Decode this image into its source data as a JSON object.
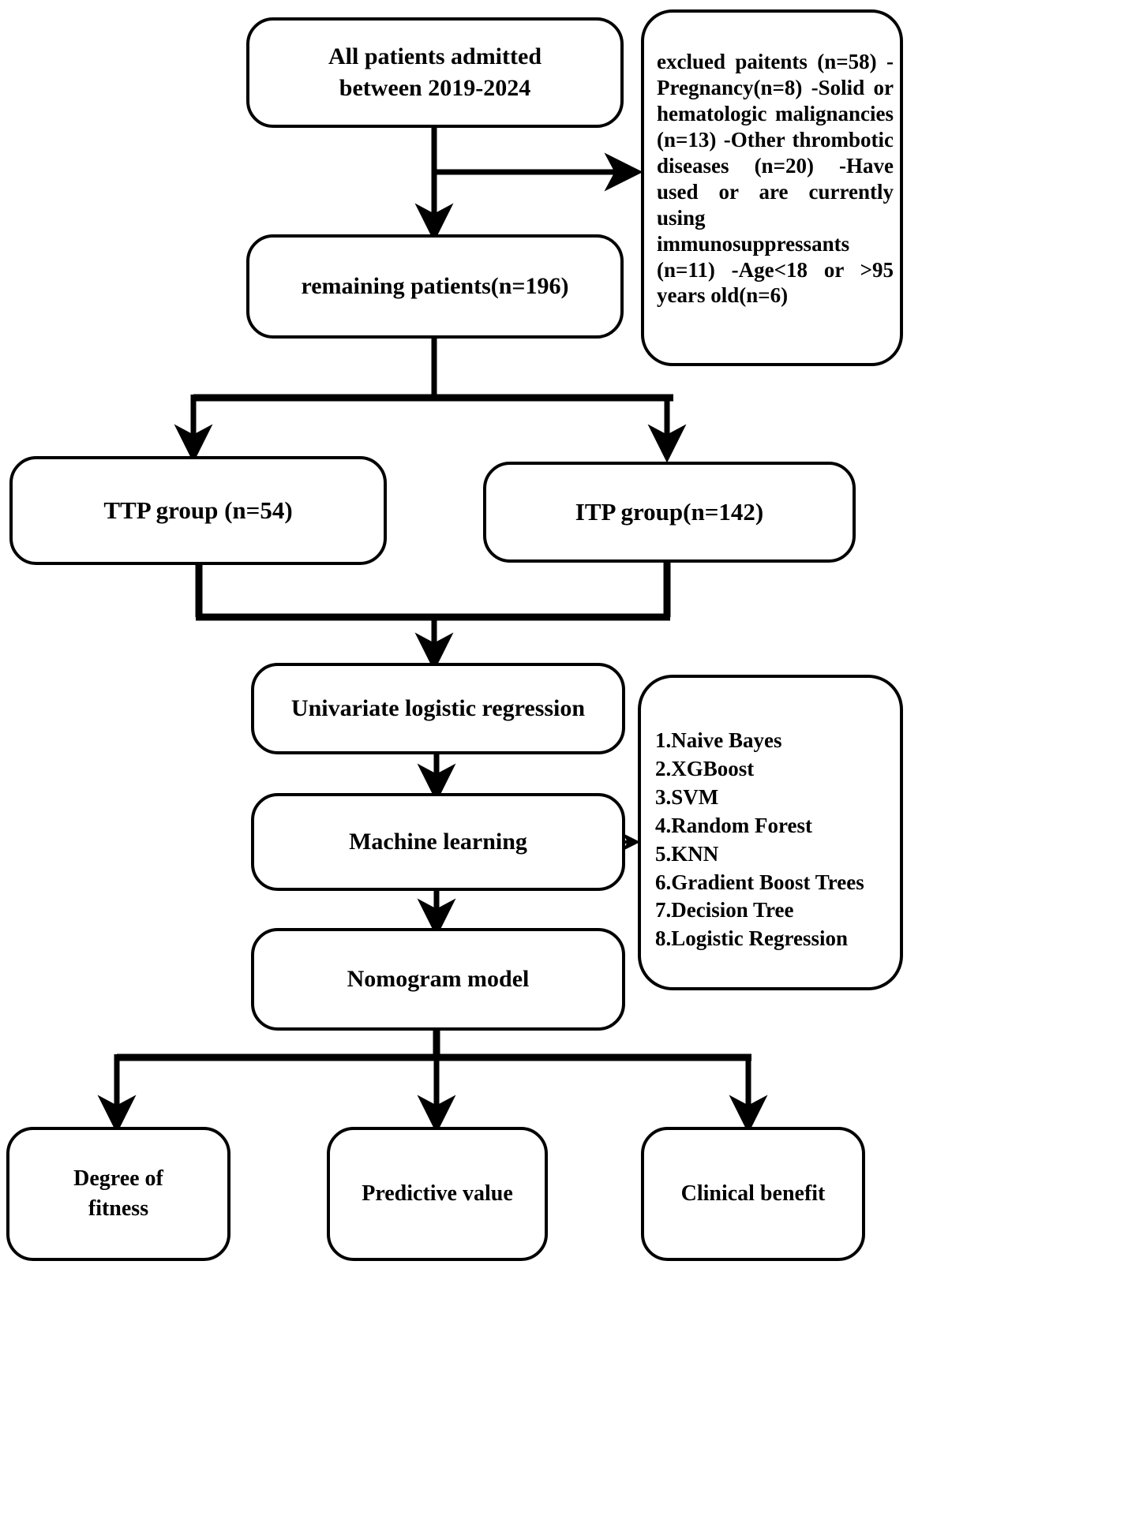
{
  "diagram": {
    "title": "Patient selection and modeling flowchart",
    "stroke_color": "#000000",
    "background_color": "#ffffff",
    "nodes": {
      "all_patients": "All patients admitted\nbetween 2019-2024",
      "excluded": "exclued paitents (n=58) -Pregnancy(n=8) -Solid or hematologic malignancies (n=13) -Other thrombotic diseases (n=20) -Have used or are currently using immunosuppressants (n=11) -Age<18 or >95 years old(n=6)",
      "remaining": "remaining  patients(n=196)",
      "ttp_group": "TTP group (n=54)",
      "itp_group": "ITP  group(n=142)",
      "univariate": "Univariate logistic regression",
      "machine_learning": "Machine learning",
      "nomogram": "Nomogram model",
      "algorithms": "1.Naive Bayes\n2.XGBoost\n3.SVM\n4.Random Forest\n5.KNN\n6.Gradient Boost Trees\n7.Decision Tree\n8.Logistic Regression",
      "degree_of_fitness": "Degree of\nfitness",
      "predictive_value": "Predictive value",
      "clinical_benefit": "Clinical benefit"
    },
    "exclusion_criteria": [
      {
        "label": "exclued paitents",
        "n": 58
      },
      {
        "label": "-Pregnancy",
        "n": 8
      },
      {
        "label": "-Solid or hematologic malignancies",
        "n": 13
      },
      {
        "label": "-Other thrombotic diseases",
        "n": 20
      },
      {
        "label": "-Have used or are currently using immunosuppressants",
        "n": 11
      },
      {
        "label": "-Age<18 or >95 years old",
        "n": 6
      }
    ],
    "algorithm_list": [
      "1.Naive Bayes",
      "2.XGBoost",
      "3.SVM",
      "4.Random Forest",
      "5.KNN",
      "6.Gradient Boost Trees",
      "7.Decision Tree",
      "8.Logistic Regression"
    ],
    "counts": {
      "excluded_total": 58,
      "remaining": 196,
      "ttp": 54,
      "itp": 142
    }
  }
}
